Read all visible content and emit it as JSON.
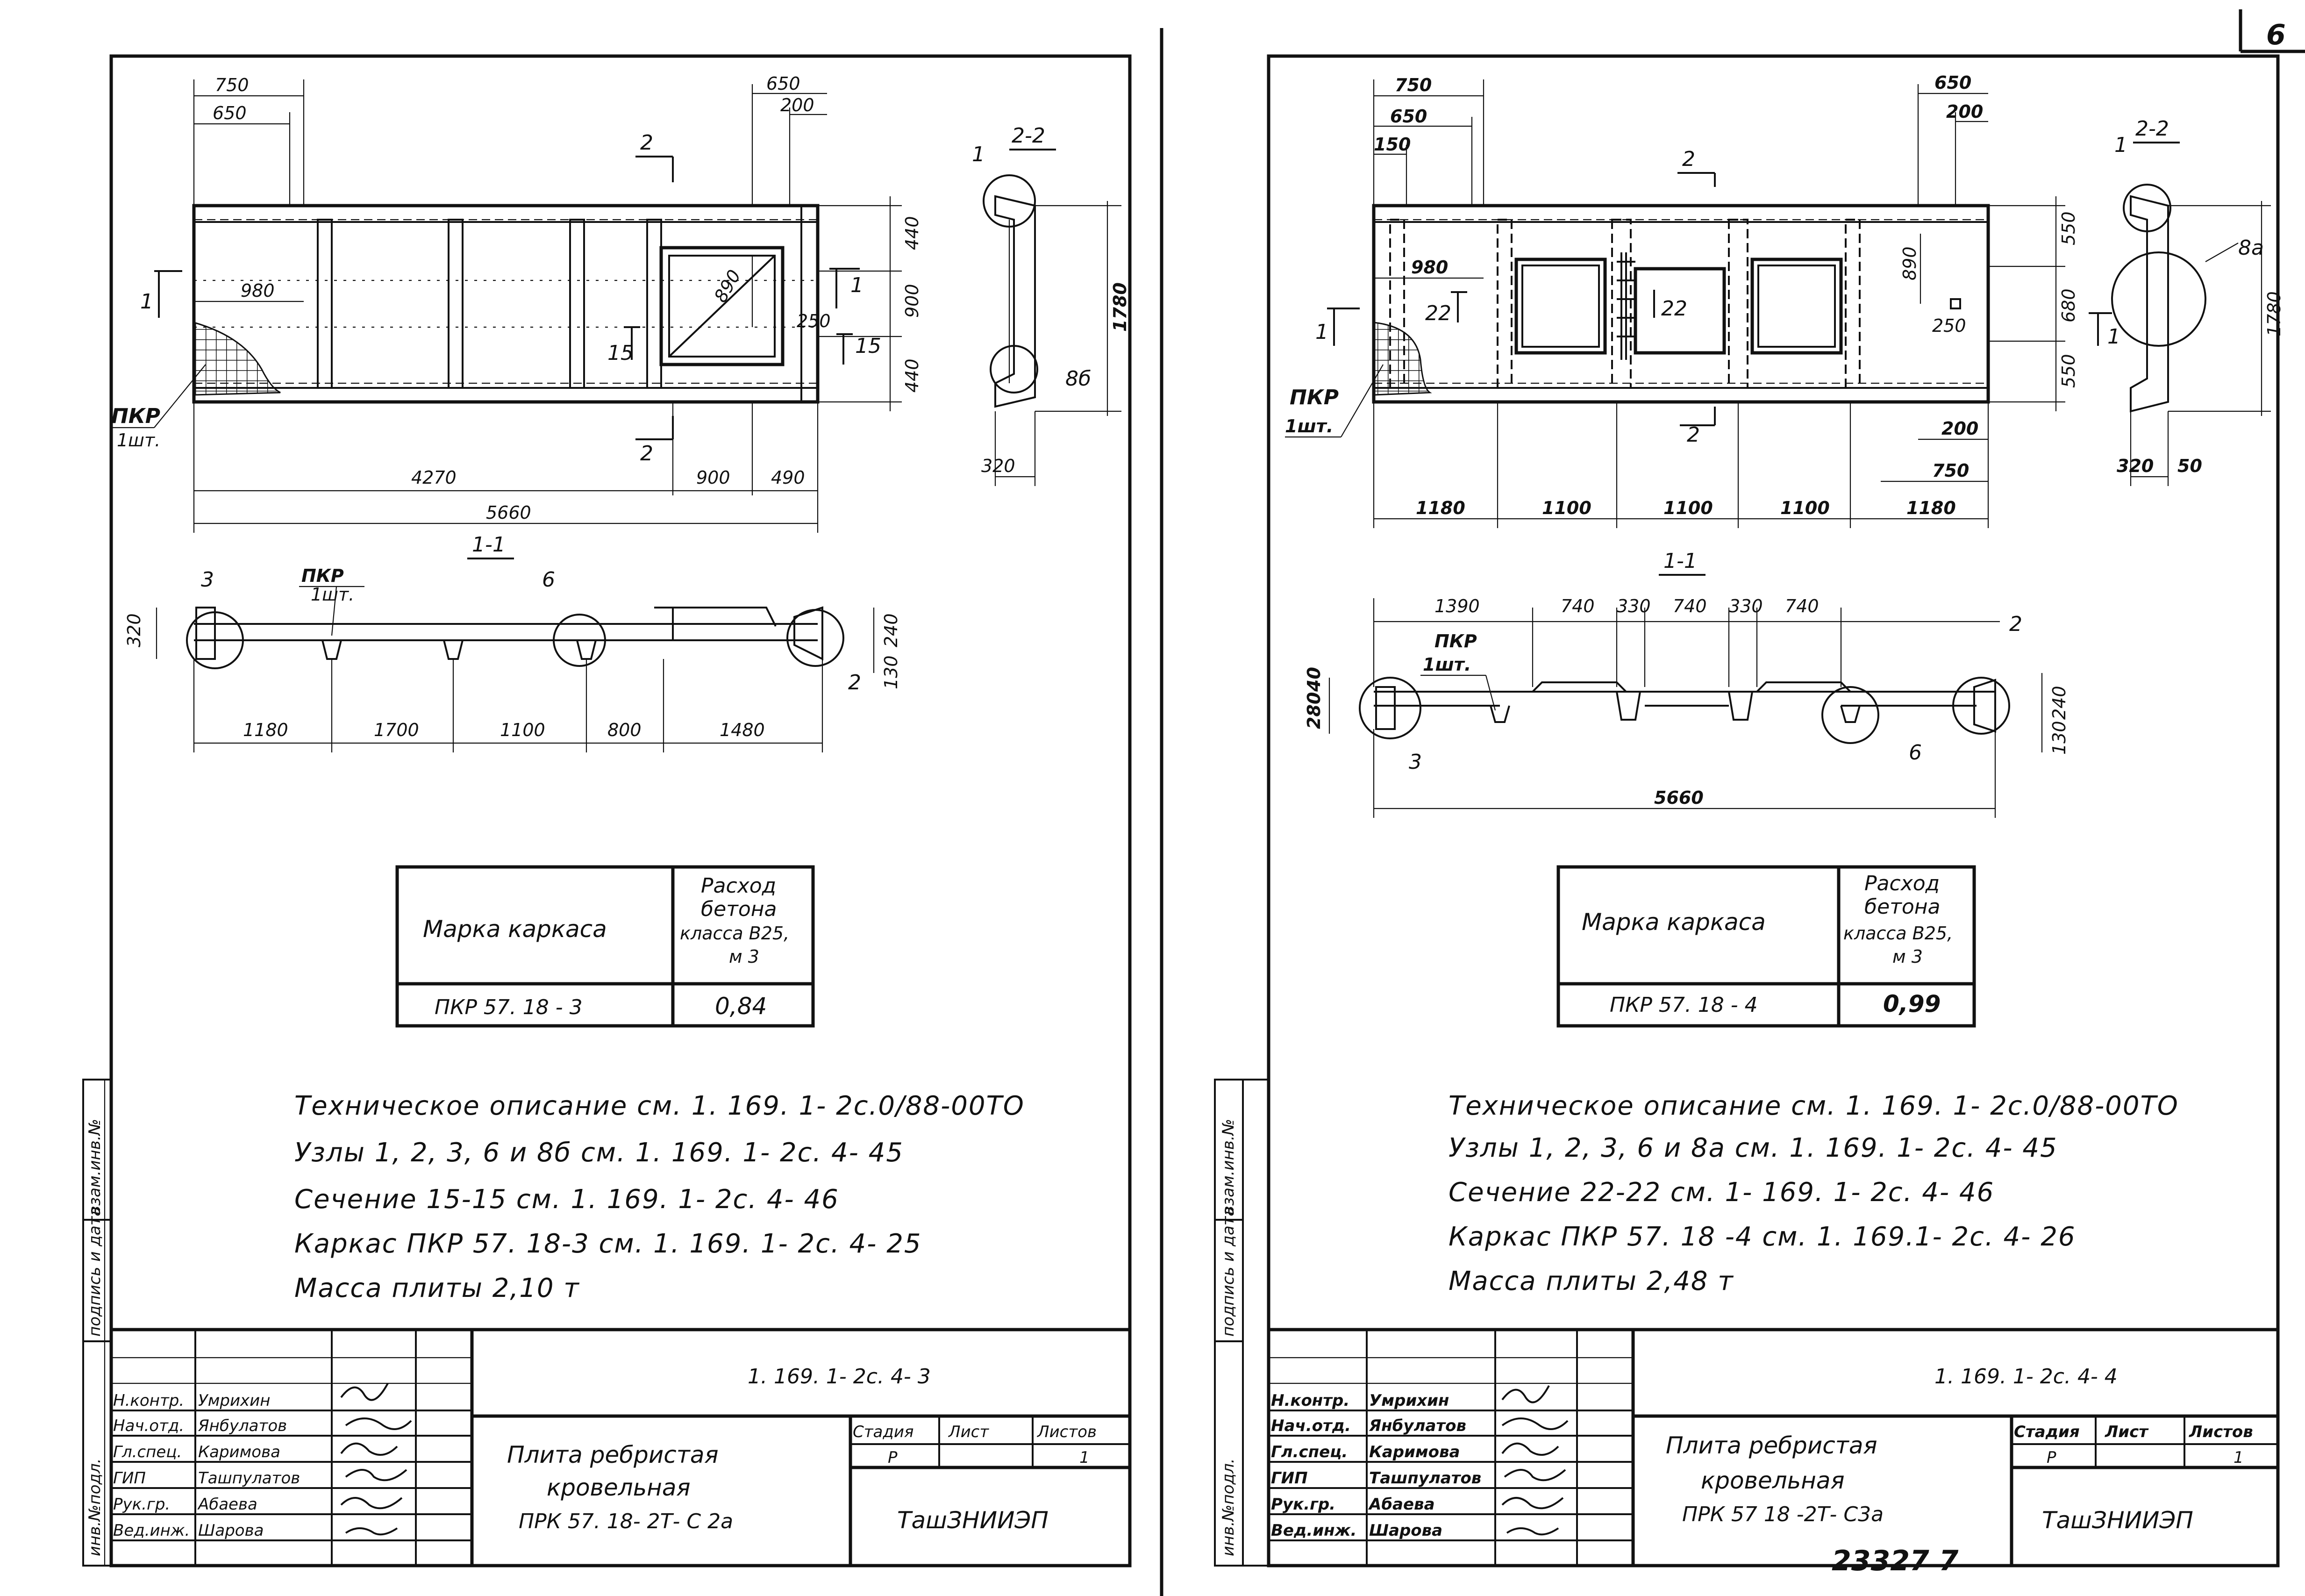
{
  "page_number": "6",
  "bottom_stamp": "23327   7",
  "sheets": [
    {
      "id": "left",
      "section_label": "2-2",
      "section_label_mark": "2",
      "section_15": "15",
      "section_cut_1": "1",
      "pkr": "ПКР",
      "pkr_qty": "1шт.",
      "node_1": "1",
      "node_8": "8б",
      "dims": {
        "top_750": "750",
        "top_650": "650",
        "top_650r": "650",
        "top_200": "200",
        "d_980": "980",
        "d_890": "890",
        "d_250": "250",
        "r_440a": "440",
        "r_900": "900",
        "r_440b": "440",
        "r_1780": "1780",
        "b_4270": "4270",
        "b_900": "900",
        "b_490": "490",
        "b_5660": "5660",
        "b_320": "320"
      },
      "sec11": {
        "title": "1-1",
        "pkr": "ПКР",
        "pkr_qty": "1шт.",
        "n3": "3",
        "n6": "6",
        "n2": "2",
        "h_320": "320",
        "h_240": "240",
        "h_130": "130",
        "d": [
          "1180",
          "1700",
          "1100",
          "800",
          "1480"
        ]
      },
      "table": {
        "col1": "Марка каркаса",
        "col2_l1": "Расход",
        "col2_l2": "бетона",
        "col2_l3": "класса В25,",
        "col2_l4": "м 3",
        "mark": "ПКР 57. 18 - 3",
        "volume": "0,84"
      },
      "notes": [
        "Техническое описание  см. 1. 169. 1- 2с.0/88-00ТО",
        "Узлы  1, 2, 3, 6 и 8б  см.  1. 169. 1- 2с. 4- 45",
        "Сечение  15-15  см.  1. 169. 1- 2с. 4- 46",
        "Каркас  ПКР 57. 18-3  см. 1. 169. 1- 2с. 4- 25",
        "Масса  плиты  2,10 т"
      ],
      "side_strip": [
        "инв.№подл.",
        "подпись и дата",
        "взам.инв.№"
      ],
      "titleblock": {
        "code": "1. 169. 1- 2с. 4- 3",
        "roles": [
          "Н.контр.",
          "Нач.отд.",
          "Гл.спец.",
          "ГИП",
          "Рук.гр.",
          "Вед.инж."
        ],
        "names": [
          "Умрихин",
          "Янбулатов",
          "Каримова",
          "Ташпулатов",
          "Абаева",
          "Шарова"
        ],
        "title_l1": "Плита  ребристая",
        "title_l2": "кровельная",
        "title_l3": "ПРК 57. 18- 2Т- С 2а",
        "stage_h": "Стадия",
        "sheet_h": "Лист",
        "sheets_h": "Листов",
        "stage": "Р",
        "sheet": "",
        "sheets_v": "1",
        "org": "ТашЗНИИЭП"
      }
    },
    {
      "id": "right",
      "section_label": "2-2",
      "section_label_mark": "2",
      "section_22": "22",
      "section_cut_1": "1",
      "pkr": "ПКР",
      "pkr_qty": "1шт.",
      "node_1": "1",
      "node_8": "8а",
      "dims": {
        "top_750": "750",
        "top_650": "650",
        "top_150": "150",
        "top_650r": "650",
        "top_200": "200",
        "d_980": "980",
        "d_890": "890",
        "d_250": "250",
        "r_550a": "550",
        "r_680": "680",
        "r_550b": "550",
        "r_1780": "1780",
        "b_200": "200",
        "b_750": "750",
        "b_320": "320",
        "b_50": "50"
      },
      "bottom_dims": [
        "1180",
        "1100",
        "1100",
        "1100",
        "1180"
      ],
      "sec11": {
        "title": "1-1",
        "pkr": "ПКР",
        "pkr_qty": "1шт.",
        "top": [
          "1390",
          "740",
          "330",
          "740",
          "330",
          "740"
        ],
        "n3": "3",
        "n6": "6",
        "n2": "2",
        "h_280": "280",
        "h_40": "40",
        "h_240": "240",
        "h_130": "130",
        "total": "5660"
      },
      "table": {
        "col1": "Марка каркаса",
        "col2_l1": "Расход",
        "col2_l2": "бетона",
        "col2_l3": "класса В25,",
        "col2_l4": "м 3",
        "mark": "ПКР 57. 18 - 4",
        "volume": "0,99"
      },
      "notes": [
        "Техническое описание  см. 1. 169. 1- 2с.0/88-00ТО",
        "Узлы  1, 2, 3, 6 и 8а  см.  1. 169. 1- 2с. 4- 45",
        "Сечение  22-22  см.  1- 169. 1- 2с. 4- 46",
        "Каркас  ПКР 57. 18 -4  см. 1. 169.1- 2с. 4- 26",
        "Масса  плиты  2,48 т"
      ],
      "side_strip": [
        "инв.№подл.",
        "подпись и дата",
        "взам.инв.№"
      ],
      "titleblock": {
        "code": "1. 169. 1- 2с. 4- 4",
        "roles": [
          "Н.контр.",
          "Нач.отд.",
          "Гл.спец.",
          "ГИП",
          "Рук.гр.",
          "Вед.инж."
        ],
        "names": [
          "Умрихин",
          "Янбулатов",
          "Каримова",
          "Ташпулатов",
          "Абаева",
          "Шарова"
        ],
        "title_l1": "Плита  ребристая",
        "title_l2": "кровельная",
        "title_l3": "ПРК 57 18 -2Т- С3а",
        "stage_h": "Стадия",
        "sheet_h": "Лист",
        "sheets_h": "Листов",
        "stage": "Р",
        "sheet": "",
        "sheets_v": "1",
        "org": "ТашЗНИИЭП"
      }
    }
  ]
}
